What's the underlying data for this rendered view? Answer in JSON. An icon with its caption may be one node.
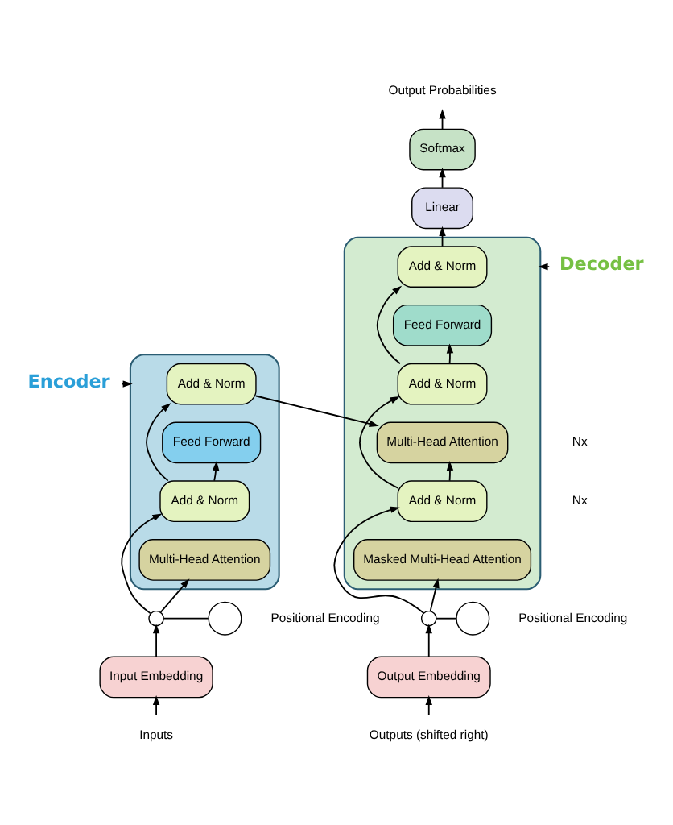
{
  "diagram": {
    "nodes": [
      {
        "text": [
          "Encoder"
        ]
      },
      {
        "text": [],
        "shape": "box"
      },
      {
        "text": [
          "Add & Norm"
        ],
        "in": 1
      },
      {
        "text": [
          "Feed Forward"
        ],
        "in": 1
      },
      {
        "text": [
          "Add & Norm"
        ],
        "in": 1
      },
      {
        "text": [
          "Multi-Head Attention"
        ],
        "in": 1
      },
      {
        "text": [],
        "shape": "circle"
      },
      {
        "text": [],
        "shape": "circle",
        "beside": [
          "Positional Encoding"
        ]
      },
      {
        "text": [
          "Input Embedding"
        ]
      },
      {
        "text": [
          "Inputs"
        ]
      },
      {
        "text": [
          "Decoder"
        ]
      },
      {
        "text": [],
        "shape": "box"
      },
      {
        "text": [
          "Add & Norm"
        ],
        "in": 11
      },
      {
        "text": [
          "Feed Forward"
        ],
        "in": 11
      },
      {
        "text": [
          "Add & Norm"
        ],
        "in": 11
      },
      {
        "text": [
          "Multi-Head Attention"
        ],
        "in": 11
      },
      {
        "text": [
          "Add & Norm"
        ],
        "in": 11
      },
      {
        "text": [
          "Masked Multi-Head Attention"
        ],
        "in": 11
      },
      {
        "text": [],
        "shape": "circle"
      },
      {
        "text": [],
        "shape": "circle",
        "beside": [
          "Positional Encoding"
        ]
      },
      {
        "text": [
          "Output Embedding"
        ]
      },
      {
        "text": [
          "Outputs (shifted right)"
        ]
      },
      {
        "text": [
          "Linear"
        ]
      },
      {
        "text": [
          "Softmax"
        ]
      },
      {
        "text": [
          "Output Probabilities"
        ]
      }
    ],
    "edges": [
      {
        "from": 9,
        "to": 8,
        "arrow": "to"
      },
      {
        "from": 8,
        "to": 6,
        "arrow": "to"
      },
      {
        "from": 7,
        "to": 6,
        "arrow": "none"
      },
      {
        "from": 6,
        "to": 5,
        "arrow": "to"
      },
      {
        "from": 6,
        "to": 4,
        "arrow": "to"
      },
      {
        "from": 4,
        "to": 3,
        "arrow": "to"
      },
      {
        "from": 4,
        "to": 2,
        "arrow": "to"
      },
      {
        "from": 2,
        "to": 15,
        "arrow": "to"
      },
      {
        "from": 21,
        "to": 20,
        "arrow": "to"
      },
      {
        "from": 20,
        "to": 18,
        "arrow": "to"
      },
      {
        "from": 19,
        "to": 18,
        "arrow": "none"
      },
      {
        "from": 18,
        "to": 17,
        "arrow": "to"
      },
      {
        "from": 18,
        "to": 16,
        "arrow": "to"
      },
      {
        "from": 16,
        "to": 15,
        "arrow": "to"
      },
      {
        "from": 16,
        "to": 14,
        "arrow": "to"
      },
      {
        "from": 14,
        "to": 13,
        "arrow": "to"
      },
      {
        "from": 14,
        "to": 12,
        "arrow": "to"
      },
      {
        "from": 12,
        "to": 22,
        "arrow": "to"
      },
      {
        "from": 22,
        "to": 23,
        "arrow": "to"
      },
      {
        "from": 23,
        "to": 24,
        "arrow": "to"
      },
      {
        "from": 0,
        "to": 1,
        "arrow": "to"
      },
      {
        "from": 10,
        "to": 11,
        "arrow": "to"
      }
    ],
    "labels": [
      "Nx",
      "Nx"
    ]
  }
}
